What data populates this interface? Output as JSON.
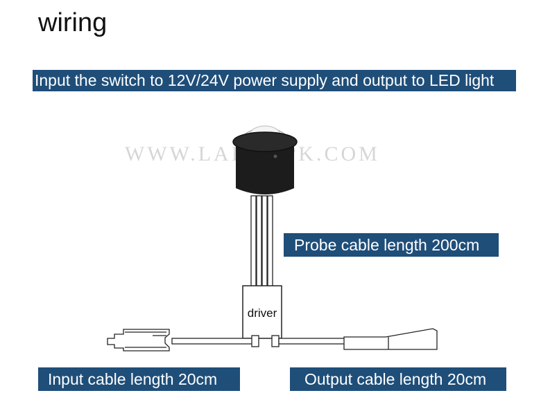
{
  "page": {
    "title": "wiring",
    "intro_banner": "Input the switch to 12V/24V power supply and output to LED light",
    "watermark": "WWW.LAIDE??K.COM"
  },
  "labels": {
    "probe_cable": "Probe cable length 200cm",
    "input_cable": "Input cable length 20cm",
    "output_cable": "Output cable length 20cm",
    "driver": "driver"
  },
  "colors": {
    "banner_bg": "#1f4e79",
    "banner_text": "#ffffff",
    "sensor_body": "#1a1a1a",
    "line": "#222222"
  }
}
